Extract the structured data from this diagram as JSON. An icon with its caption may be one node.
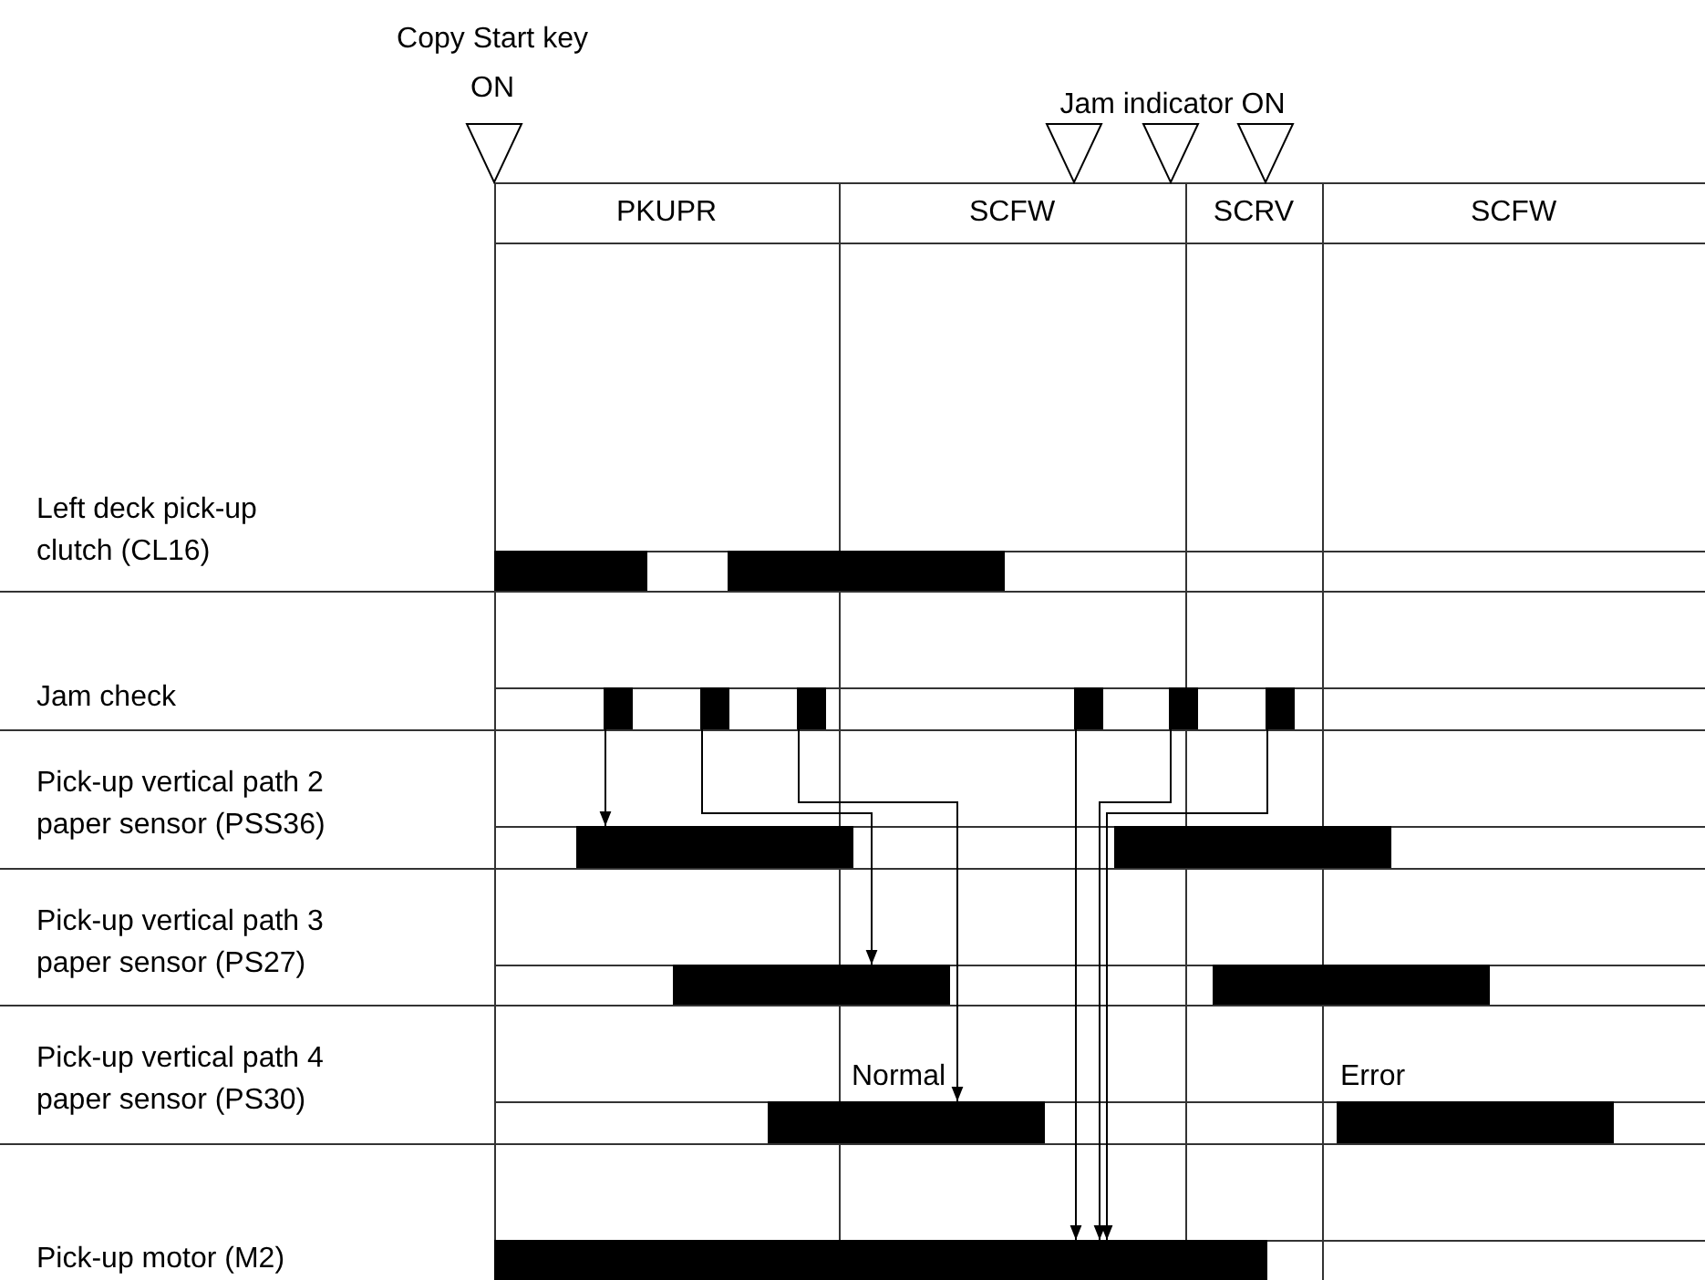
{
  "diagram": {
    "nodes": [
      {
        "text": [
          "PKUPR"
        ]
      },
      {
        "text": [
          "SCFW"
        ]
      },
      {
        "text": [
          "SCRV"
        ]
      },
      {
        "text": [
          "SCFW"
        ]
      },
      {
        "text": [],
        "shape": "bar"
      },
      {
        "text": [],
        "shape": "bar"
      },
      {
        "text": [],
        "shape": "bar"
      },
      {
        "text": [],
        "shape": "bar"
      },
      {
        "text": [],
        "shape": "bar"
      },
      {
        "text": [],
        "shape": "bar"
      },
      {
        "text": [],
        "shape": "bar"
      },
      {
        "text": [],
        "shape": "bar"
      },
      {
        "text": [],
        "shape": "bar"
      },
      {
        "text": [],
        "shape": "bar"
      },
      {
        "text": [],
        "shape": "bar"
      },
      {
        "text": [],
        "shape": "bar"
      },
      {
        "text": [],
        "shape": "bar"
      },
      {
        "text": [],
        "shape": "bar"
      },
      {
        "text": [],
        "shape": "bar"
      }
    ],
    "edges": [
      {
        "from": 6,
        "to": 12,
        "arrow": "to"
      },
      {
        "from": 7,
        "to": 14,
        "arrow": "to"
      },
      {
        "from": 8,
        "to": 16,
        "arrow": "to"
      },
      {
        "from": 9,
        "to": 18,
        "arrow": "to"
      },
      {
        "from": 10,
        "to": 18,
        "arrow": "to"
      },
      {
        "from": 11,
        "to": 18,
        "arrow": "to"
      }
    ],
    "labels": [
      "Copy Start key ON",
      "Jam indicator ON",
      "Left deck pick-up clutch (CL16)",
      "Jam check",
      "Pick-up vertical path 2 paper sensor (PSS36)",
      "Pick-up vertical path 3 paper sensor (PS27)",
      "Pick-up vertical path 4 paper sensor (PS30)",
      "Normal",
      "Error",
      "Pick-up motor (M2)"
    ]
  }
}
